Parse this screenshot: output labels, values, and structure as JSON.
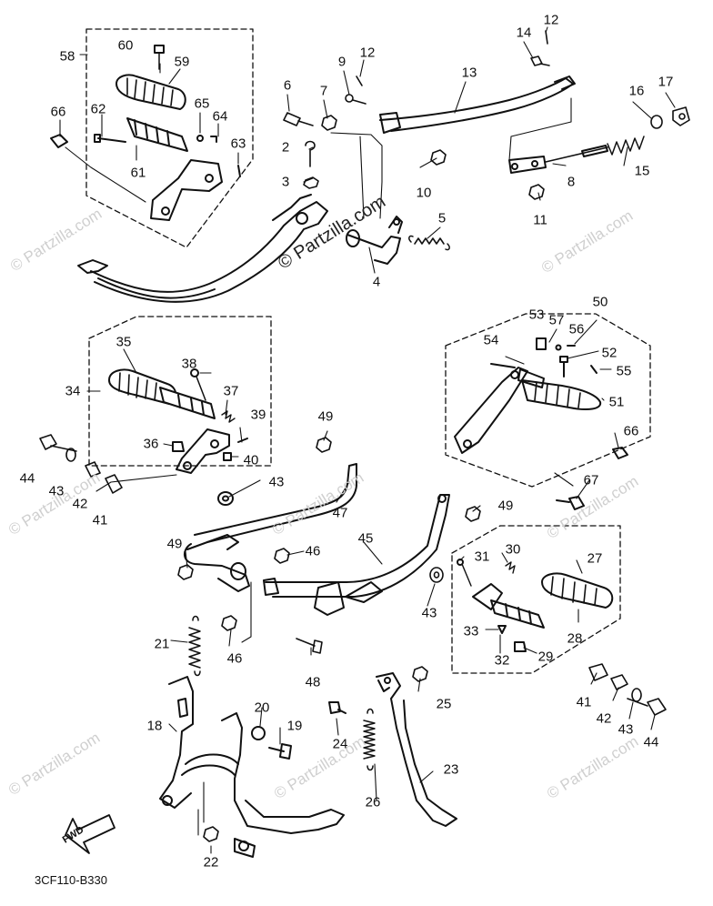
{
  "diagram": {
    "code": "3CF110-B330",
    "fwd_label": "FWD",
    "watermark_main": "© Partzilla.com",
    "watermark_faint": "© Partzilla.com",
    "labels": {
      "p2": "2",
      "p3": "3",
      "p4": "4",
      "p5": "5",
      "p6": "6",
      "p7": "7",
      "p8": "8",
      "p9": "9",
      "p10": "10",
      "p11": "11",
      "p12a": "12",
      "p12b": "12",
      "p13": "13",
      "p14": "14",
      "p15": "15",
      "p16": "16",
      "p17": "17",
      "p18": "18",
      "p19": "19",
      "p20": "20",
      "p21": "21",
      "p22": "22",
      "p23": "23",
      "p24": "24",
      "p25": "25",
      "p26": "26",
      "p27": "27",
      "p28": "28",
      "p29": "29",
      "p30": "30",
      "p31": "31",
      "p32": "32",
      "p33": "33",
      "p34": "34",
      "p35": "35",
      "p36": "36",
      "p37": "37",
      "p38": "38",
      "p39": "39",
      "p40": "40",
      "p41a": "41",
      "p41b": "41",
      "p42a": "42",
      "p42b": "42",
      "p43a": "43",
      "p43b": "43",
      "p43c": "43",
      "p43d": "43",
      "p44a": "44",
      "p44b": "44",
      "p45": "45",
      "p46a": "46",
      "p46b": "46",
      "p47": "47",
      "p48": "48",
      "p49a": "49",
      "p49b": "49",
      "p49c": "49",
      "p50": "50",
      "p51": "51",
      "p52": "52",
      "p53": "53",
      "p54": "54",
      "p55": "55",
      "p56": "56",
      "p57": "57",
      "p58": "58",
      "p59": "59",
      "p60": "60",
      "p61": "61",
      "p62": "62",
      "p63": "63",
      "p64": "64",
      "p65": "65",
      "p66a": "66",
      "p66b": "66",
      "p67": "67"
    }
  }
}
